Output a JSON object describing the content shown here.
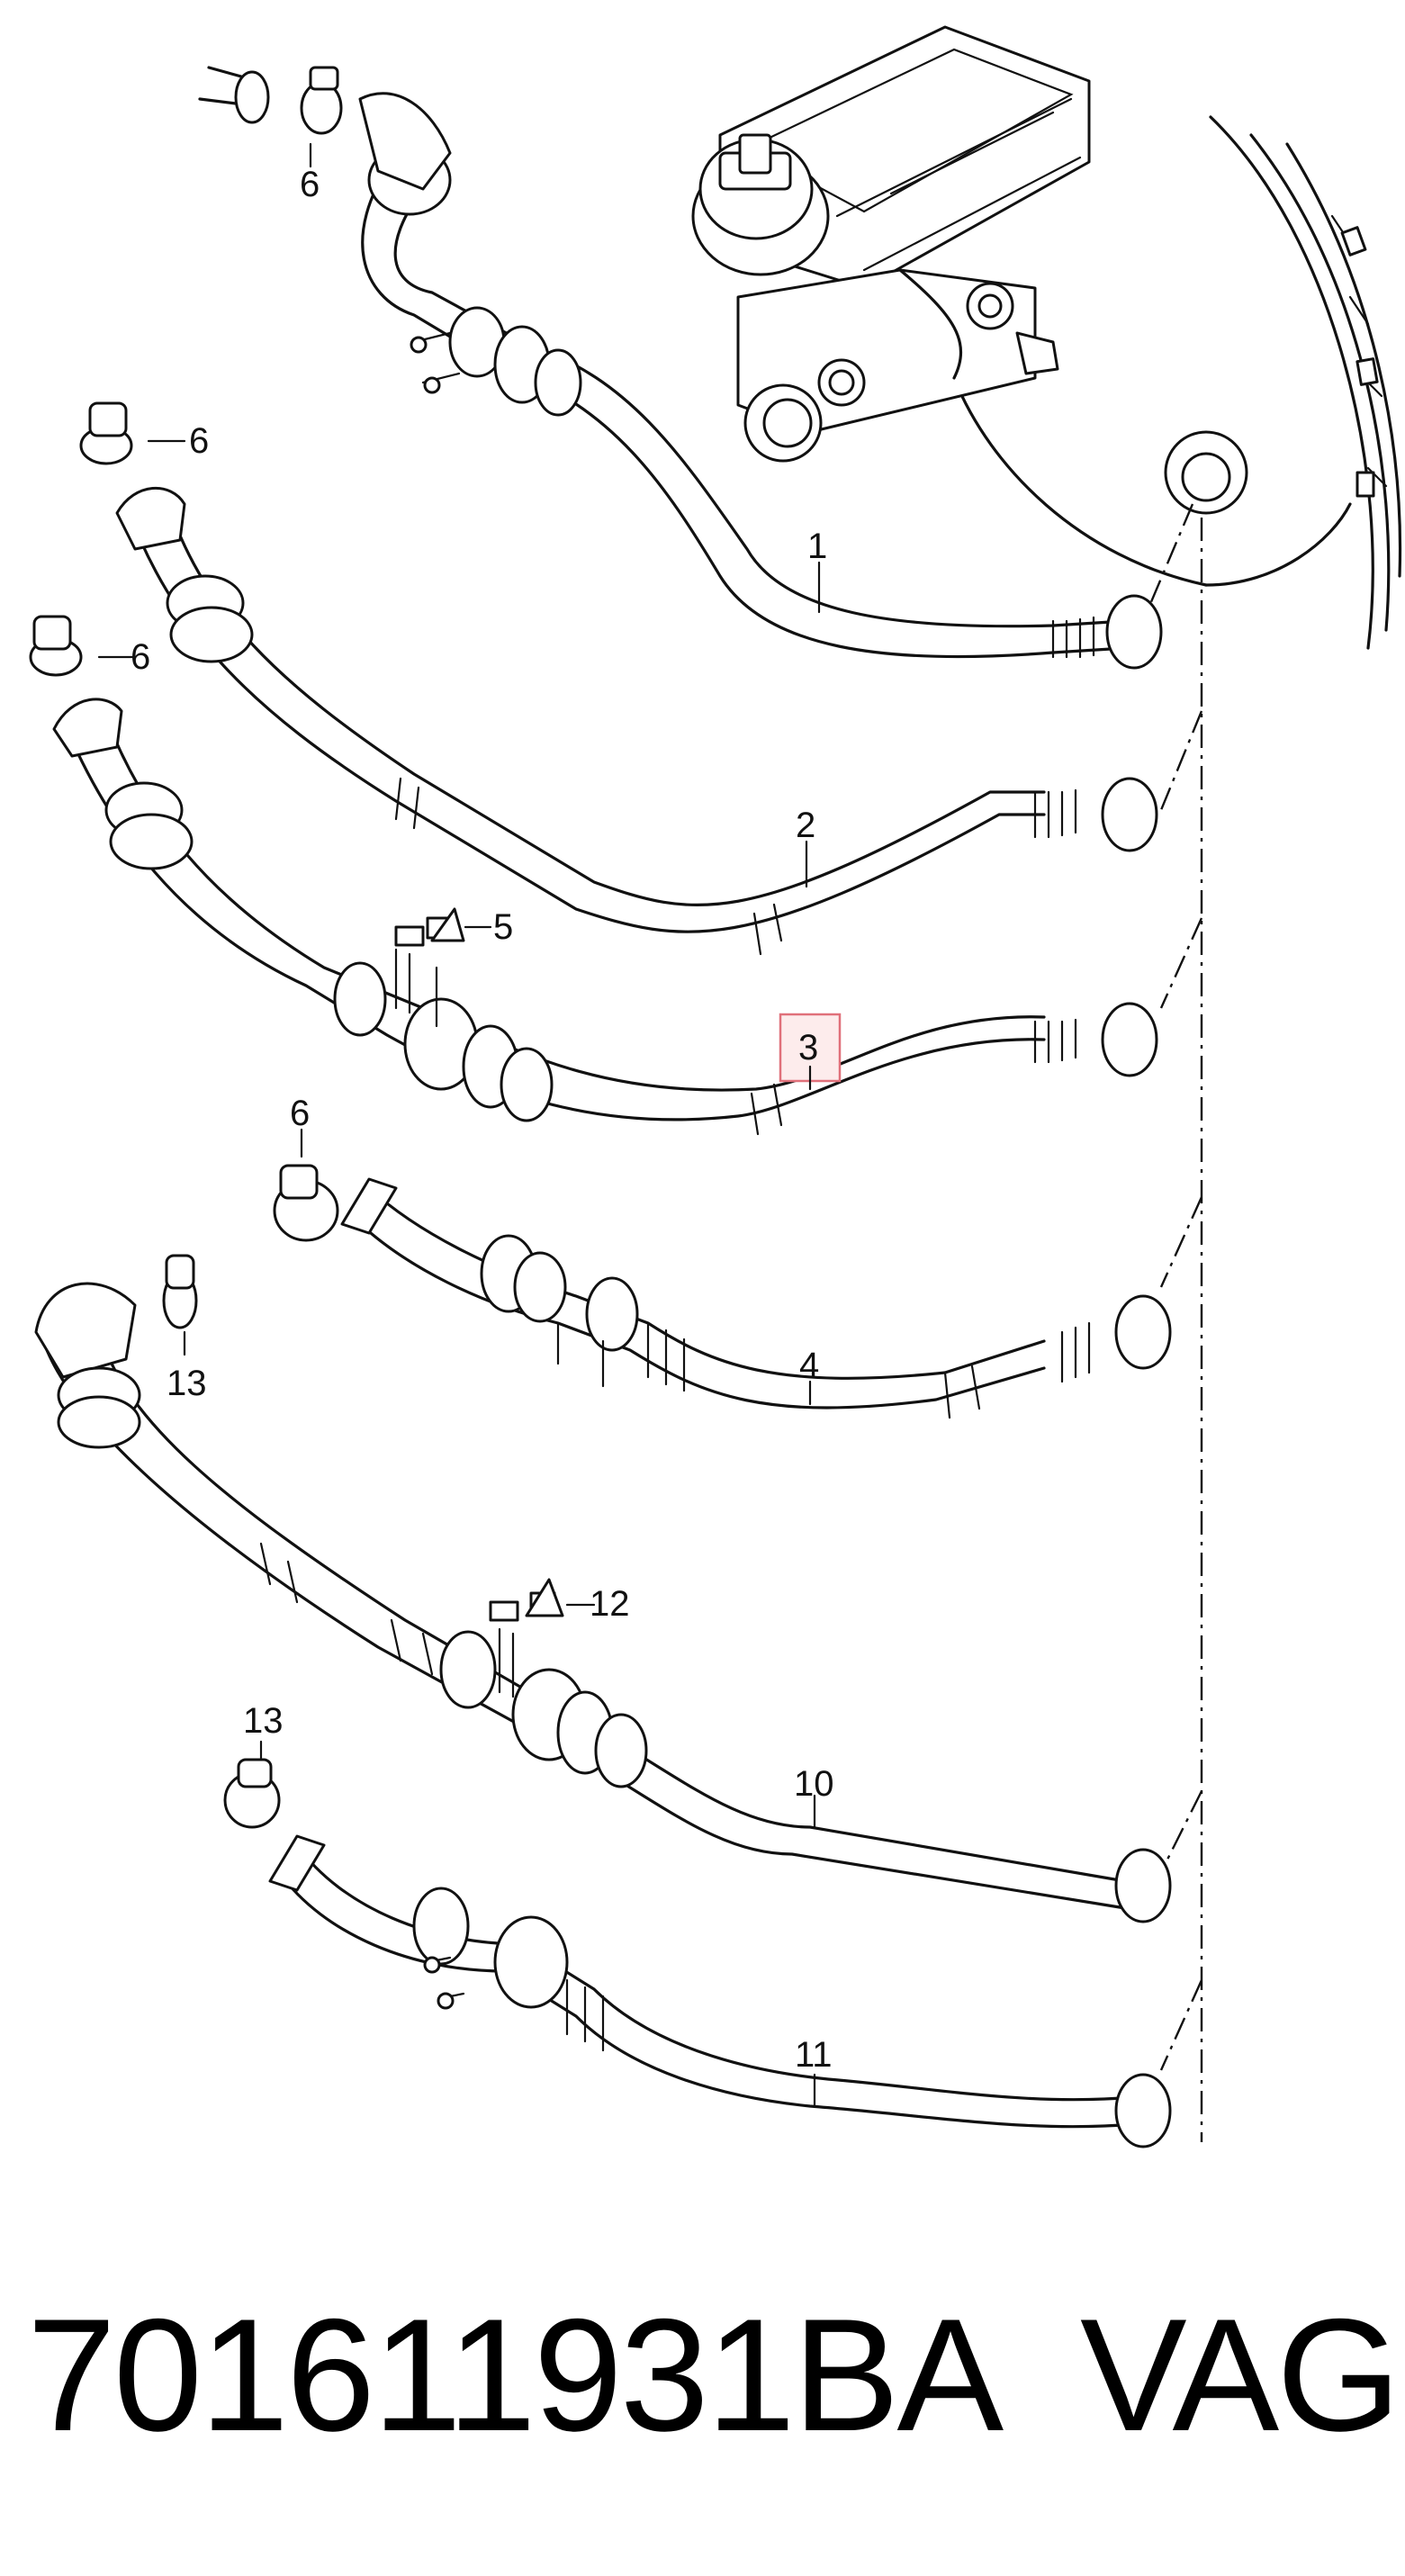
{
  "callouts": {
    "c1": "1",
    "c2": "2",
    "c3": "3",
    "c4": "4",
    "c5": "5",
    "c6a": "6",
    "c6b": "6",
    "c6c": "6",
    "c6d": "6",
    "c10": "10",
    "c11": "11",
    "c12": "12",
    "c13a": "13",
    "c13b": "13"
  },
  "selected_callout": "3",
  "highlight_color": "#e0707a",
  "footer": {
    "part_number": "701611931BA",
    "brand": "VAG"
  }
}
